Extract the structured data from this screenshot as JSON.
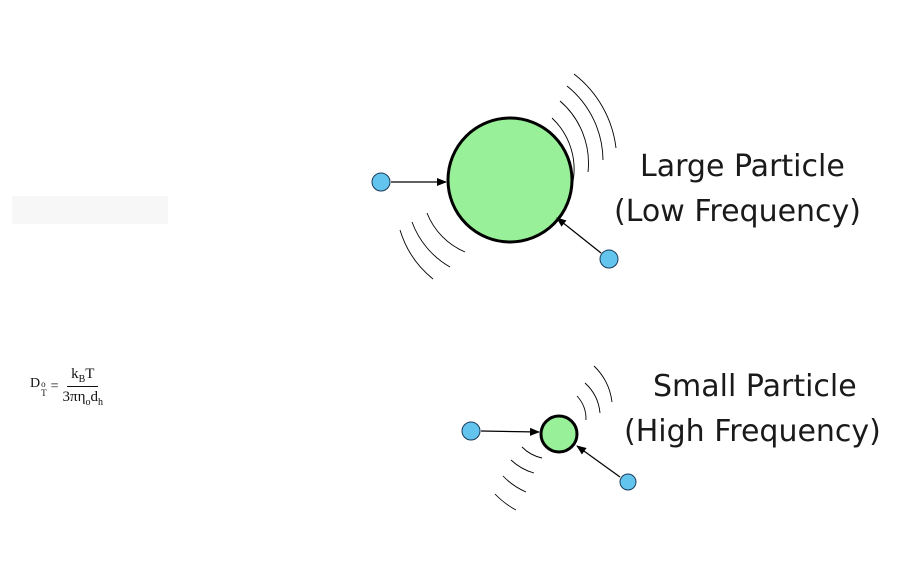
{
  "large": {
    "line1": "Large Particle",
    "line2": "(Low Frequency)"
  },
  "small": {
    "line1": "Small Particle",
    "line2": "(High Frequency)"
  },
  "equation": {
    "lhs_base": "D",
    "lhs_sup": "o",
    "lhs_sub": "T",
    "equals": "=",
    "num_k": "k",
    "num_k_sub": "B",
    "num_T": "T",
    "den_3pi": "3πη",
    "den_eta_sub": "o",
    "den_d": "d",
    "den_d_sub": "h"
  },
  "colors": {
    "particle_fill": "#98f098",
    "solvent_fill": "#63c4ee",
    "outline": "#000000"
  }
}
